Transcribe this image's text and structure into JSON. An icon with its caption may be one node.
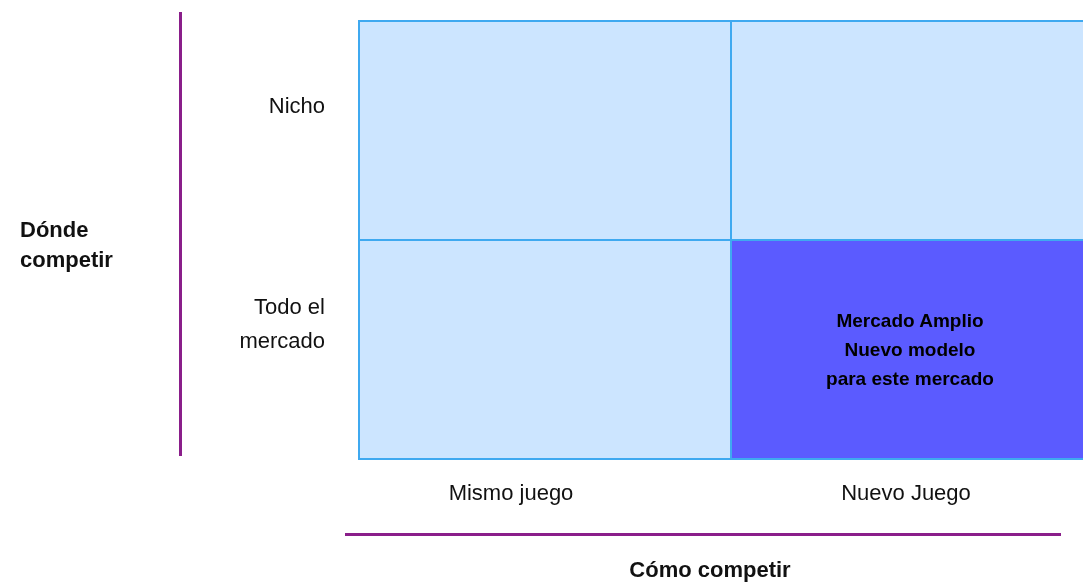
{
  "diagram": {
    "nodes": [
      {
        "text": [],
        "shape": "box"
      },
      {
        "text": [],
        "shape": "box"
      },
      {
        "text": [],
        "shape": "box"
      },
      {
        "text": [
          "Mercado Amplio Nuevo modelo para este mercado"
        ]
      }
    ],
    "labels": [
      "Nicho",
      "Dónde competir",
      "Todo el mercado",
      "Mismo juego",
      "Nuevo Juego",
      "Cómo competir"
    ]
  }
}
